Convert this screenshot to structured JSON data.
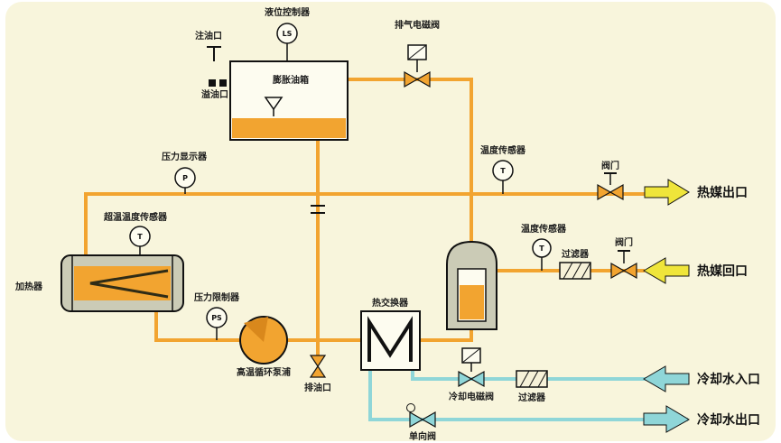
{
  "labels": {
    "level_controller": "液位控制器",
    "oil_fill_port": "注油口",
    "overflow_port": "溢油口",
    "expansion_tank": "膨胀油箱",
    "exhaust_solenoid_valve": "排气电磁阀",
    "pressure_display": "压力显示器",
    "temp_sensor": "温度传感器",
    "valve": "阀门",
    "hot_media_outlet": "热媒出口",
    "overtemp_sensor": "超温温度传感器",
    "heater": "加热器",
    "pressure_limiter": "压力限制器",
    "pump": "高温循环泵浦",
    "oil_drain_port": "排油口",
    "heat_exchanger": "热交换器",
    "filter": "过滤器",
    "hot_media_return": "热媒回口",
    "cooling_solenoid_valve": "冷却电磁阀",
    "cooling_water_inlet": "冷却水入口",
    "check_valve": "单向阀",
    "cooling_water_outlet": "冷却水出口"
  },
  "tags": {
    "ls": "LS",
    "p": "P",
    "t": "T",
    "ps": "PS"
  },
  "colors": {
    "background": "#f8f5dc",
    "hot_pipe": "#f2a430",
    "cool_pipe": "#8fd6d8",
    "hot_arrow": "#efe53a",
    "component_gray": "#cbcbb6",
    "panel_white": "#fdfcf0",
    "pump_blade": "#d9881c",
    "check_ball": "#5b9bd5",
    "outline": "#111111"
  }
}
